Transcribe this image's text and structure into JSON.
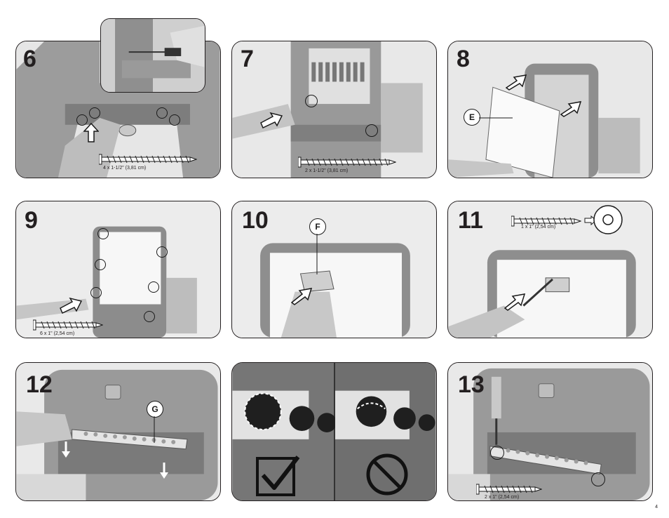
{
  "steps": {
    "s6": {
      "number": "6",
      "screw_label": "4 x 1-1/2\" (3,81 cm)"
    },
    "s7": {
      "number": "7",
      "screw_label": "2 x 1-1/2\" (3,81 cm)"
    },
    "s8": {
      "number": "8",
      "part_label": "E"
    },
    "s9": {
      "number": "9",
      "screw_label": "6 x 1\" (2,54 cm)"
    },
    "s10": {
      "number": "10",
      "part_label": "F"
    },
    "s11": {
      "number": "11",
      "screw_label": "1 x 1\" (2,54 cm)"
    },
    "s12": {
      "number": "12",
      "part_label": "G"
    },
    "s13": {
      "number": "13",
      "screw_label": "2 x 1\" (2,54 cm)"
    }
  },
  "page_number": "4",
  "icons": {
    "correct": "checkmark-box-icon",
    "incorrect": "prohibited-icon"
  },
  "colors": {
    "line": "#231f20",
    "plastic_dark": "#8a8a8a",
    "plastic_mid": "#a8a8a8",
    "board": "#f4f4f4"
  }
}
